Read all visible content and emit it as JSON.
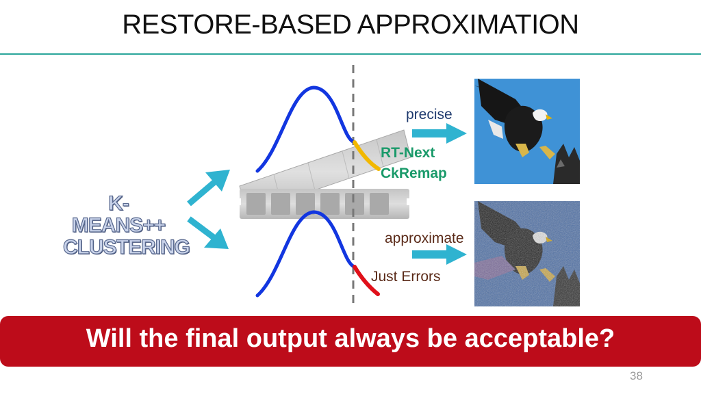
{
  "title": "RESTORE-BASED APPROXIMATION",
  "left_label": [
    "K-MEANS++",
    "CLUSTERING"
  ],
  "labels": {
    "precise": "precise",
    "rt_next": "RT-Next",
    "ck_remap": "CkRemap",
    "approximate": "approximate",
    "just_errors": "Just Errors"
  },
  "banner": "Will the final output always be acceptable?",
  "page_number": "38",
  "colors": {
    "title_rule": "#2aa59a",
    "curve": "#1236e0",
    "highlight_precise": "#f2b800",
    "highlight_errors": "#e0101a",
    "arrow": "#2fb3d0",
    "banner": "#bd0c1a",
    "label_green": "#1a9a6a"
  },
  "icons": [
    "arrow-up-right-icon",
    "arrow-down-right-icon",
    "arrow-right-icon",
    "memory-module-icon",
    "eagle-photo-icon",
    "noisy-eagle-photo-icon"
  ]
}
